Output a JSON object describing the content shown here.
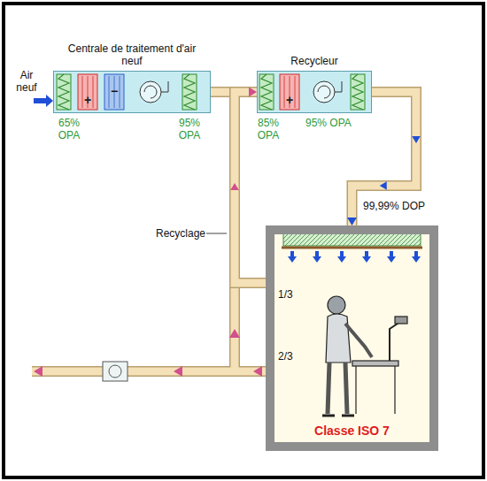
{
  "diagram": {
    "nodes": [
      {
        "text": [
          "Centrale de traitement d'air neuf"
        ]
      },
      {
        "text": [
          "Recycleur"
        ]
      },
      {
        "text": [
          "Classe ISO 7"
        ]
      }
    ],
    "edges": [
      {
        "from": 0,
        "to": 1,
        "arrow": "to"
      },
      {
        "from": 1,
        "to": 2,
        "arrow": "to"
      },
      {
        "from": 2,
        "to": 1,
        "arrow": "to"
      }
    ],
    "labels": [
      "Air neuf",
      "65% OPA",
      "95% OPA",
      "85% OPA",
      "95% OPA",
      "+",
      "−",
      "+",
      "99,99% DOP",
      "Recyclage",
      "1/3",
      "2/3"
    ]
  }
}
